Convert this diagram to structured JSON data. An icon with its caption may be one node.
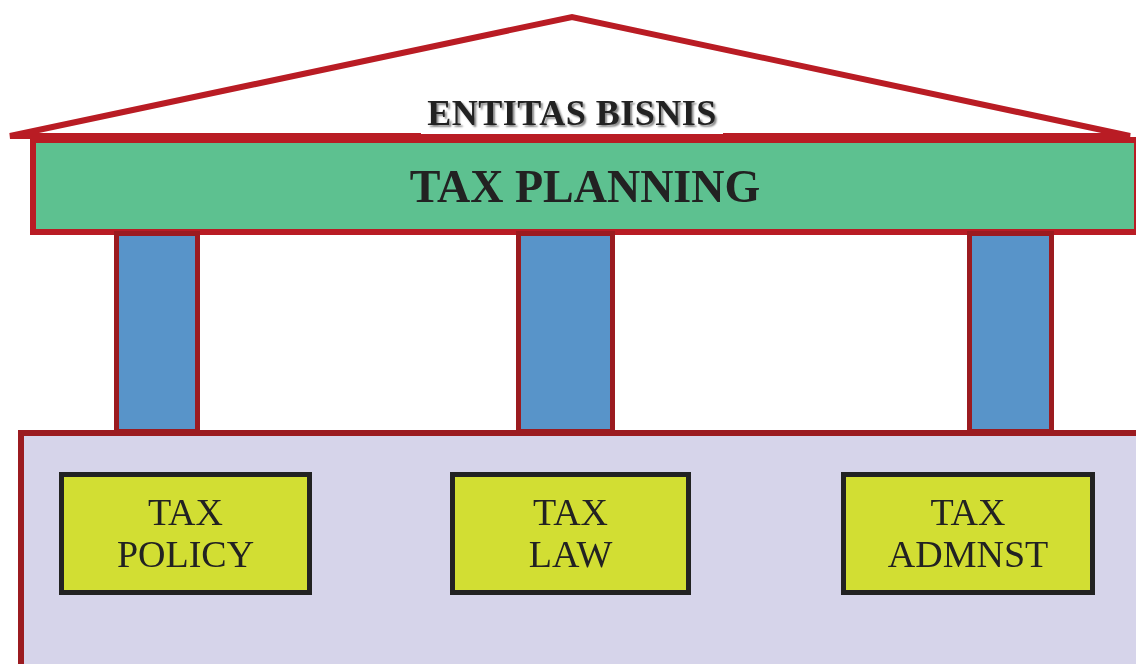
{
  "diagram": {
    "nodes": [
      {
        "text": [
          "ENTITAS BISNIS"
        ]
      },
      {
        "text": [
          "TAX PLANNING"
        ]
      },
      {
        "text": [],
        "shape": "bar"
      },
      {
        "text": [],
        "shape": "bar"
      },
      {
        "text": [],
        "shape": "bar"
      },
      {
        "text": [],
        "shape": "box"
      },
      {
        "text": [
          "TAX POLICY"
        ],
        "in": 5
      },
      {
        "text": [
          "TAX LAW"
        ],
        "in": 5
      },
      {
        "text": [
          "TAX ADMNST"
        ],
        "in": 5
      }
    ]
  }
}
